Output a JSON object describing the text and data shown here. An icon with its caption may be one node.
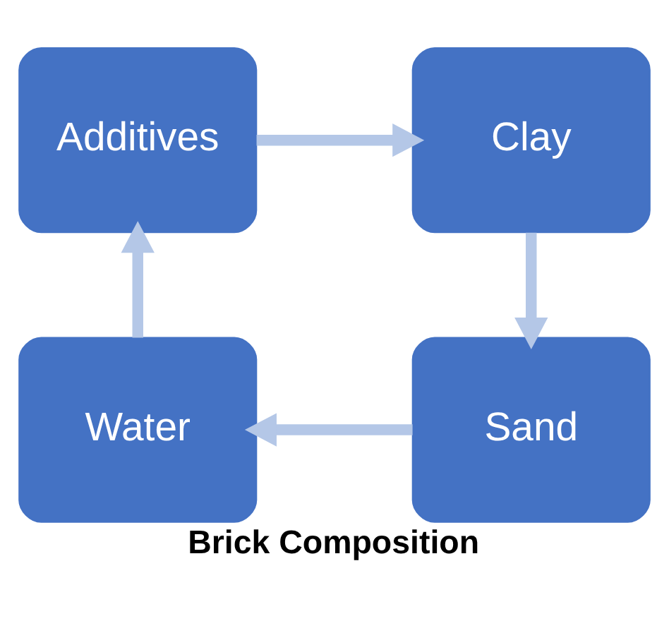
{
  "diagram": {
    "caption": "Brick Composition",
    "nodes": [
      {
        "text": [
          "Additives"
        ]
      },
      {
        "text": [
          "Clay"
        ]
      },
      {
        "text": [
          "Water"
        ]
      },
      {
        "text": [
          "Sand"
        ]
      }
    ],
    "edges": [
      {
        "from": 0,
        "to": 1,
        "arrow": "to"
      },
      {
        "from": 1,
        "to": 3,
        "arrow": "to"
      },
      {
        "from": 3,
        "to": 2,
        "arrow": "to"
      },
      {
        "from": 2,
        "to": 0,
        "arrow": "to"
      }
    ]
  }
}
